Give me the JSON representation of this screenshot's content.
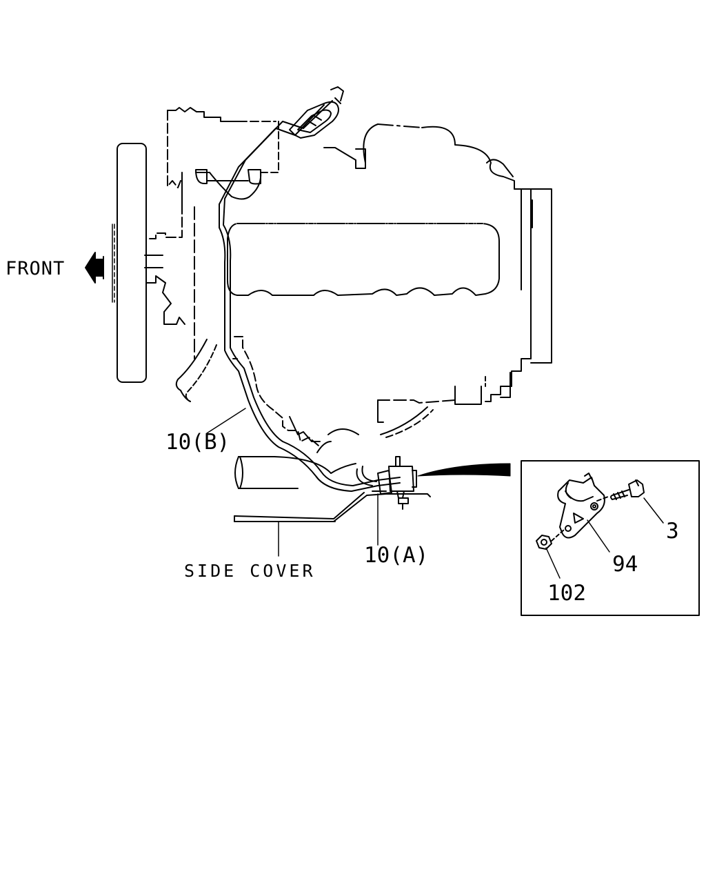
{
  "labels": {
    "front": "FRONT",
    "harness_b": "10(B)",
    "side_cover": "SIDE COVER",
    "harness_a": "10(A)",
    "bolt": "3",
    "bracket": "94",
    "nut": "102"
  },
  "colors": {
    "line": "#000000",
    "background": "#ffffff"
  }
}
